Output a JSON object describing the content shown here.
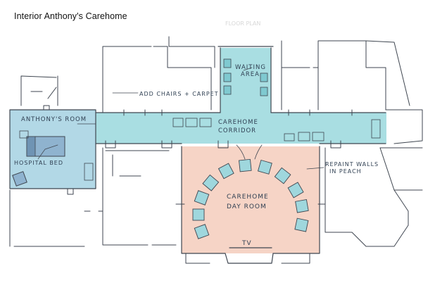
{
  "title": "Interior Anthony's Carehome",
  "labels": {
    "anthonys_room": "ANTHONY'S ROOM",
    "hospital_bed": "HOSPITAL BED",
    "waiting_area_1": "WAITING",
    "waiting_area_2": "AREA",
    "add_chairs": "ADD CHAIRS + CARPET",
    "corridor_1": "CAREHOME",
    "corridor_2": "CORRIDOR",
    "repaint_1": "REPAINT WALLS",
    "repaint_2": "IN PEACH",
    "day_room_1": "CAREHOME",
    "day_room_2": "DAY ROOM",
    "tv": "TV"
  },
  "colors": {
    "blue_fill": "#a9dee2",
    "room_blue": "#b2d8e6",
    "peach": "#f6d4c6",
    "chair": "#9fd7dd",
    "bed": "#8fb3cf",
    "line": "#3f4650"
  }
}
